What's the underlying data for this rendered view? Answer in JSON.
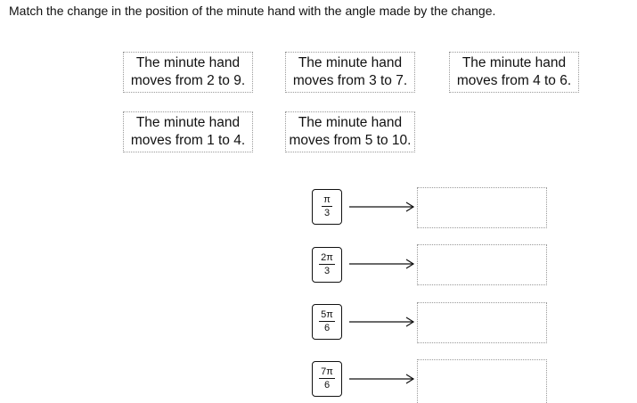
{
  "instruction": "Match the change in the position of the minute hand with the angle made by the change.",
  "cards": [
    {
      "line1": "The minute hand",
      "line2": "moves from 2 to 9."
    },
    {
      "line1": "The minute hand",
      "line2": "moves from 3 to 7."
    },
    {
      "line1": "The minute hand",
      "line2": "moves from 4 to 6."
    },
    {
      "line1": "The minute hand",
      "line2": "moves from 1 to 4."
    },
    {
      "line1": "The minute hand",
      "line2": "moves from 5 to 10."
    }
  ],
  "angles": [
    {
      "numerator": "π",
      "denominator": "3"
    },
    {
      "numerator": "2π",
      "denominator": "3"
    },
    {
      "numerator": "5π",
      "denominator": "6"
    },
    {
      "numerator": "7π",
      "denominator": "6"
    }
  ],
  "colors": {
    "text": "#111111",
    "border_dotted": "#9a9a9a",
    "background": "#ffffff"
  },
  "icons": {
    "arrow": "right-arrow-icon"
  }
}
